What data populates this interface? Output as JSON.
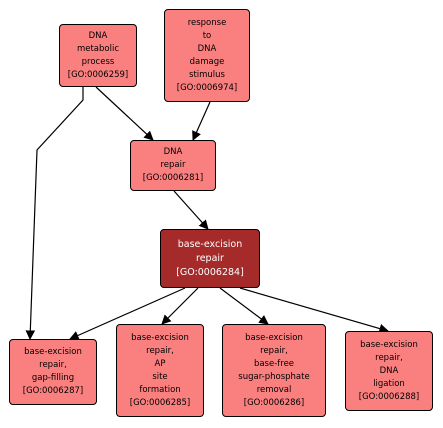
{
  "nodes": [
    {
      "id": "go0006259",
      "lines": [
        "DNA",
        "metabolic",
        "process",
        "[GO:0006259]"
      ]
    },
    {
      "id": "go0006974",
      "lines": [
        "response",
        "to",
        "DNA",
        "damage",
        "stimulus",
        "[GO:0006974]"
      ]
    },
    {
      "id": "go0006281",
      "lines": [
        "DNA",
        "repair",
        "[GO:0006281]"
      ]
    },
    {
      "id": "go0006284",
      "lines": [
        "base-excision",
        "repair",
        "[GO:0006284]"
      ]
    },
    {
      "id": "go0006287",
      "lines": [
        "base-excision",
        "repair,",
        "gap-filling",
        "[GO:0006287]"
      ]
    },
    {
      "id": "go0006285",
      "lines": [
        "base-excision",
        "repair,",
        "AP",
        "site",
        "formation",
        "[GO:0006285]"
      ]
    },
    {
      "id": "go0006286",
      "lines": [
        "base-excision",
        "repair,",
        "base-free",
        "sugar-phosphate",
        "removal",
        "[GO:0006286]"
      ]
    },
    {
      "id": "go0006288",
      "lines": [
        "base-excision",
        "repair,",
        "DNA",
        "ligation",
        "[GO:0006288]"
      ]
    }
  ],
  "edges": [
    {
      "from": "go0006259",
      "to": "go0006281"
    },
    {
      "from": "go0006974",
      "to": "go0006281"
    },
    {
      "from": "go0006259",
      "to": "go0006287"
    },
    {
      "from": "go0006281",
      "to": "go0006284"
    },
    {
      "from": "go0006284",
      "to": "go0006287"
    },
    {
      "from": "go0006284",
      "to": "go0006285"
    },
    {
      "from": "go0006284",
      "to": "go0006286"
    },
    {
      "from": "go0006284",
      "to": "go0006288"
    }
  ]
}
